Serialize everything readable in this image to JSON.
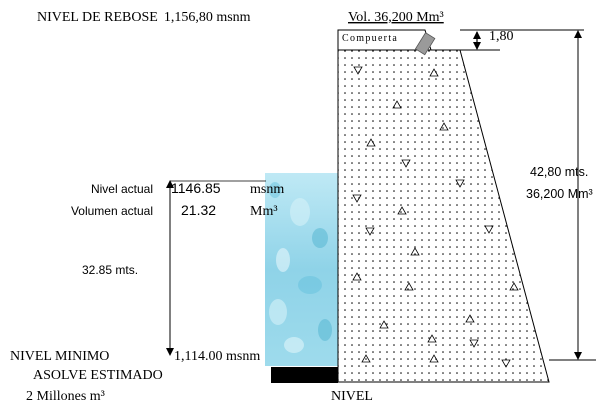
{
  "title": {
    "label": "NIVEL DE REBOSE",
    "elevation": "1,156,80 msnm",
    "volume": "Vol. 36,200 Mm³"
  },
  "gate": {
    "label": "Compuerta",
    "height": "1,80"
  },
  "dam": {
    "height": "42,80 mts.",
    "volume": "36,200 Mm³",
    "base_label": "NIVEL"
  },
  "current": {
    "level_label": "Nivel actual",
    "level_value": "1146.85",
    "level_unit": "msnm",
    "volume_label": "Volumen actual",
    "volume_value": "21.32",
    "volume_unit": "Mm³",
    "depth": "32.85 mts."
  },
  "minimum": {
    "label": "NIVEL MINIMO",
    "elevation": "1,114.00 msnm",
    "sediment_label": "ASOLVE ESTIMADO",
    "sediment_volume": "2 Millones m³"
  },
  "colors": {
    "water_light": "#d6f1f9",
    "water_mid": "#8fd3e8",
    "water_dark": "#4fb3d0",
    "sediment": "#000000",
    "gate": "#9a9a9a",
    "line": "#000000"
  }
}
